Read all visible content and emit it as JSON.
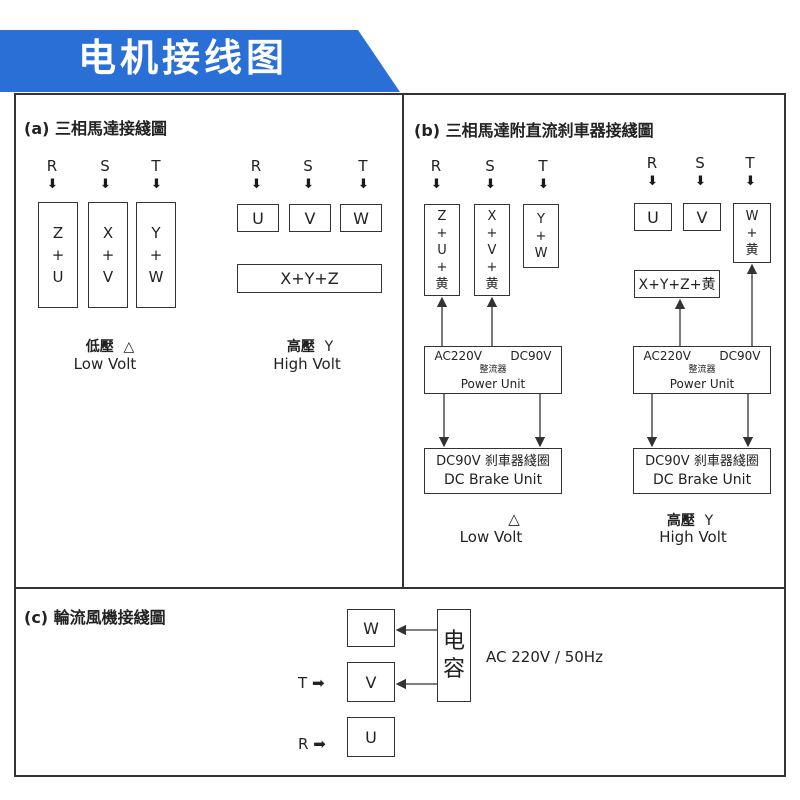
{
  "header": {
    "title": "电机接线图",
    "banner_color": "#2a6fd6"
  },
  "section_a": {
    "title": "(a) 三相馬達接綫圖",
    "phases": [
      "R",
      "S",
      "T"
    ],
    "low": {
      "boxes": [
        [
          "Z",
          "+",
          "U"
        ],
        [
          "X",
          "+",
          "V"
        ],
        [
          "Y",
          "+",
          "W"
        ]
      ],
      "label_cn": "低壓",
      "symbol": "△",
      "label_en": "Low  Volt"
    },
    "high": {
      "boxes": [
        "U",
        "V",
        "W"
      ],
      "star": "X+Y+Z",
      "label_cn": "高壓",
      "symbol": "Y",
      "label_en": "High  Volt"
    }
  },
  "section_b": {
    "title": "(b) 三相馬達附直流刹車器接綫圖",
    "phases": [
      "R",
      "S",
      "T"
    ],
    "low": {
      "boxes": [
        [
          "Z",
          "+",
          "U",
          "+",
          "黄"
        ],
        [
          "X",
          "+",
          "V",
          "+",
          "黄"
        ],
        [
          "Y",
          "+",
          "W"
        ]
      ],
      "unit": {
        "ac": "AC220V",
        "dc": "DC90V",
        "cn": "整流器",
        "en": "Power Unit"
      },
      "brake": {
        "cn": "DC90V 刹車器綫圈",
        "en": "DC Brake Unit"
      },
      "symbol": "△",
      "label_en": "Low  Volt"
    },
    "high": {
      "boxes": [
        "U",
        "V"
      ],
      "w_box": [
        "W",
        "+",
        "黄"
      ],
      "star": "X+Y+Z+黄",
      "unit": {
        "ac": "AC220V",
        "dc": "DC90V",
        "cn": "整流器",
        "en": "Power Unit"
      },
      "brake": {
        "cn": "DC90V 刹車器綫圈",
        "en": "DC Brake Unit"
      },
      "label_cn": "高壓",
      "symbol": "Y",
      "label_en": "High  Volt"
    }
  },
  "section_c": {
    "title": "(c) 輪流風機接綫圖",
    "boxes": [
      "W",
      "V",
      "U"
    ],
    "inputs": [
      "T",
      "R"
    ],
    "capacitor": [
      "电",
      "容"
    ],
    "supply": "AC 220V / 50Hz"
  }
}
